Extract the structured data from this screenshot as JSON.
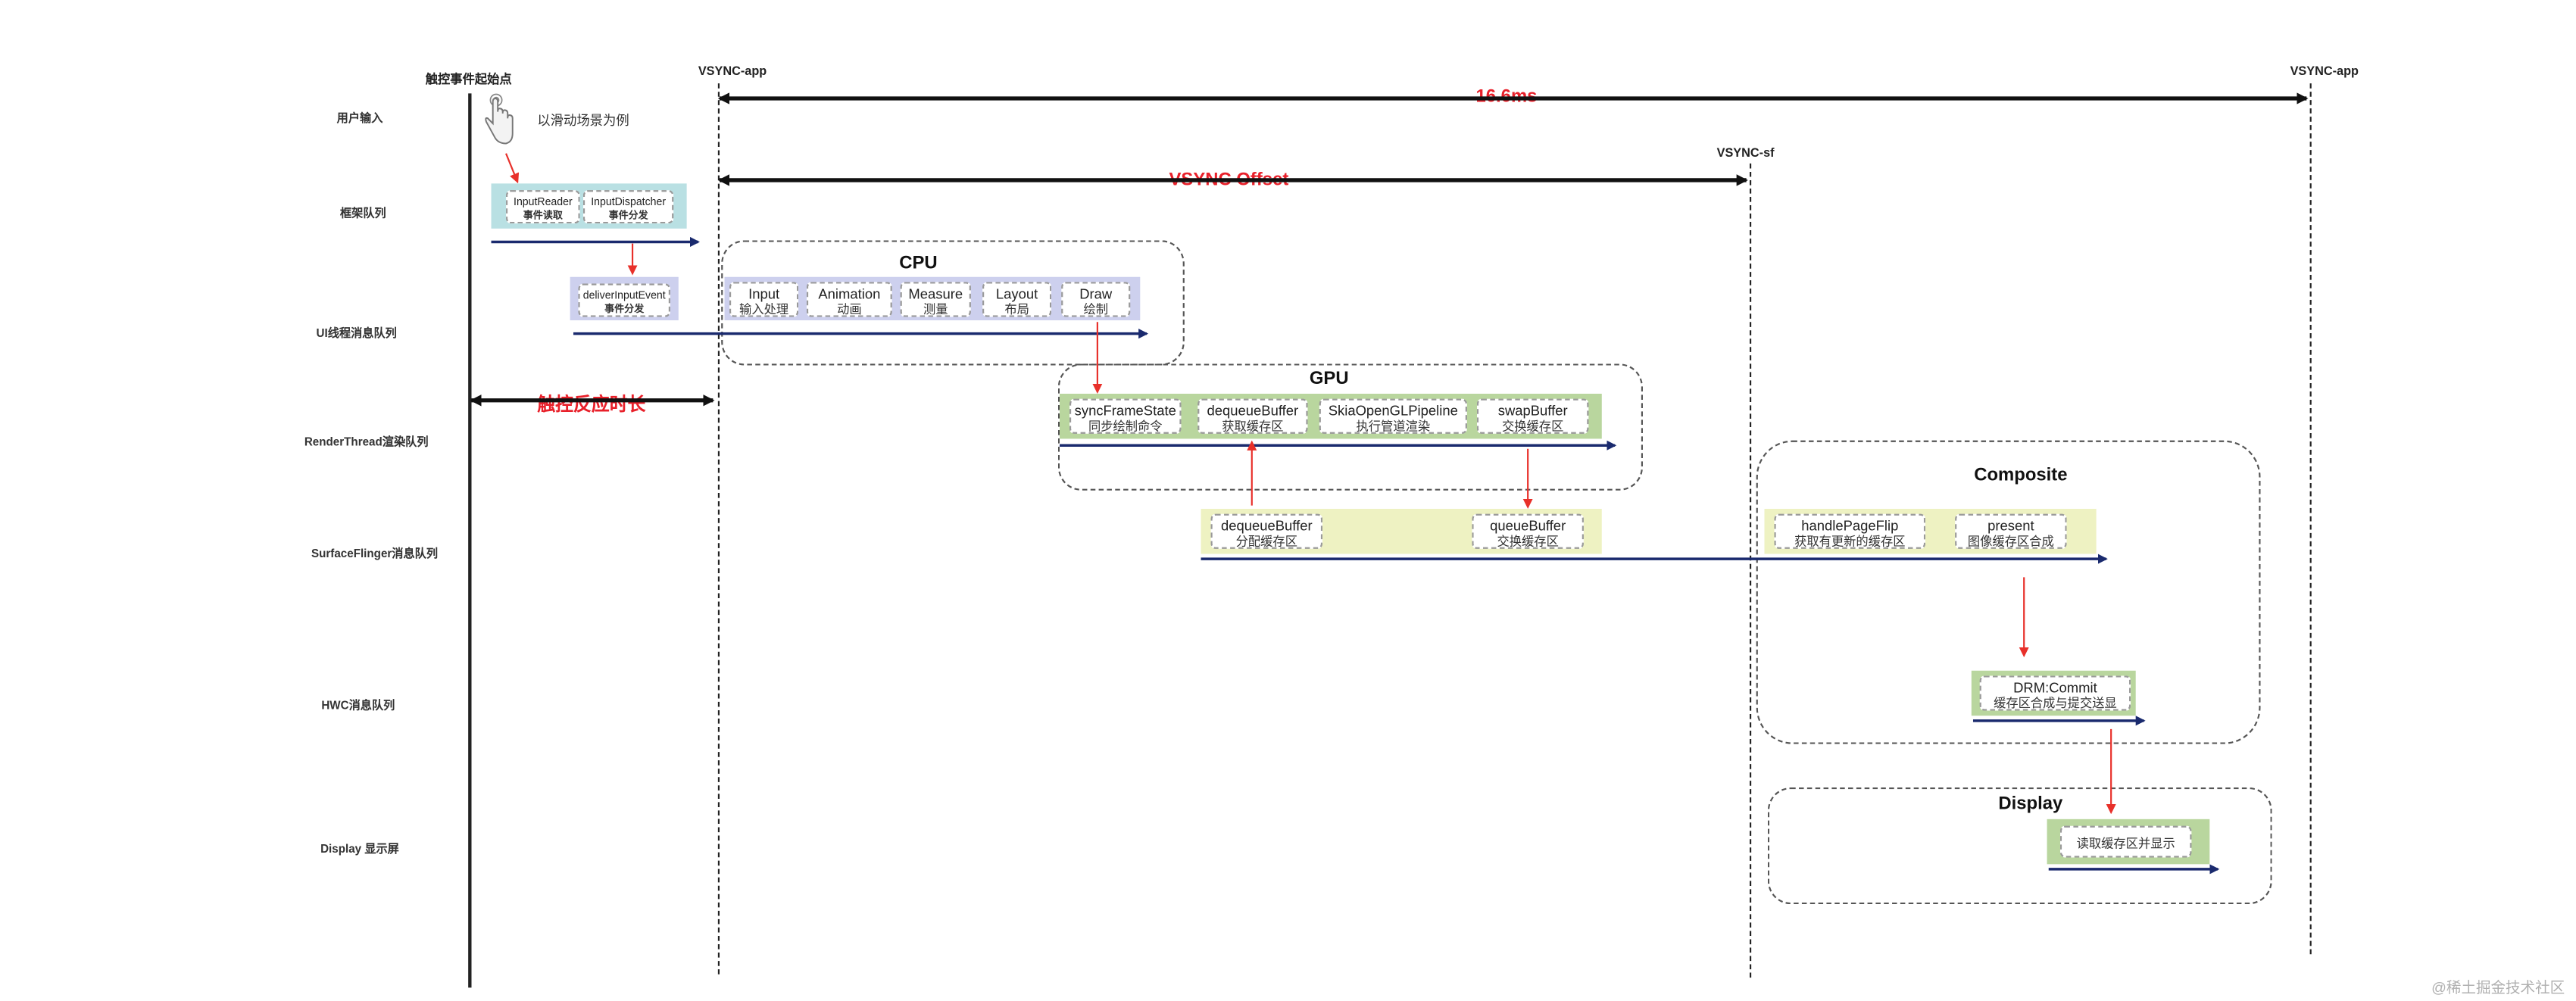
{
  "lanes": [
    {
      "id": "user-input",
      "label": "用户输入"
    },
    {
      "id": "framework",
      "label": "框架队列"
    },
    {
      "id": "ui-thread",
      "label": "UI线程消息队列"
    },
    {
      "id": "render-thread",
      "label": "RenderThread渲染队列"
    },
    {
      "id": "surfaceflinger",
      "label": "SurfaceFlinger消息队列"
    },
    {
      "id": "hwc",
      "label": "HWC消息队列"
    },
    {
      "id": "display",
      "label": "Display 显示屏"
    }
  ],
  "touch_start_label": "触控事件起始点",
  "gesture_caption": "以滑动场景为例",
  "vsync": {
    "app_left": "VSYNC-app",
    "app_right": "VSYNC-app",
    "sf": "VSYNC-sf",
    "frame_period": "16.6ms",
    "offset": "VSYNC Offset"
  },
  "touch_latency": "触控反应时长",
  "framework_tasks": [
    {
      "title": "InputReader",
      "subtitle": "事件读取"
    },
    {
      "title": "InputDispatcher",
      "subtitle": "事件分发"
    }
  ],
  "ui_task": {
    "title": "deliverInputEvent",
    "subtitle": "事件分发"
  },
  "cpu": {
    "title": "CPU",
    "tasks": [
      {
        "title": "Input",
        "subtitle": "输入处理"
      },
      {
        "title": "Animation",
        "subtitle": "动画"
      },
      {
        "title": "Measure",
        "subtitle": "测量"
      },
      {
        "title": "Layout",
        "subtitle": "布局"
      },
      {
        "title": "Draw",
        "subtitle": "绘制"
      }
    ]
  },
  "gpu": {
    "title": "GPU",
    "tasks": [
      {
        "title": "syncFrameState",
        "subtitle": "同步绘制命令"
      },
      {
        "title": "dequeueBuffer",
        "subtitle": "获取缓存区"
      },
      {
        "title": "SkiaOpenGLPipeline",
        "subtitle": "执行管道渲染"
      },
      {
        "title": "swapBuffer",
        "subtitle": "交换缓存区"
      }
    ]
  },
  "sf_tasks": [
    {
      "title": "dequeueBuffer",
      "subtitle": "分配缓存区"
    },
    {
      "title": "queueBuffer",
      "subtitle": "交换缓存区"
    }
  ],
  "composite": {
    "title": "Composite",
    "tasks": [
      {
        "title": "handlePageFlip",
        "subtitle": "获取有更新的缓存区"
      },
      {
        "title": "present",
        "subtitle": "图像缓存区合成"
      }
    ]
  },
  "hwc_task": {
    "title": "DRM:Commit",
    "subtitle": "缓存区合成与提交送显"
  },
  "display": {
    "title": "Display",
    "task": {
      "title": "读取缓存区并显示"
    }
  },
  "watermark": "@稀土掘金技术社区",
  "colors": {
    "framework_band": "#b9e0e3",
    "ui_band": "#cdd0ee",
    "gpu_band": "#b9d69e",
    "sf_band": "#eef2c2",
    "flow_arrow": "#1a2a6e",
    "causal_arrow": "#e8302a",
    "timing_text": "#e8202a"
  }
}
